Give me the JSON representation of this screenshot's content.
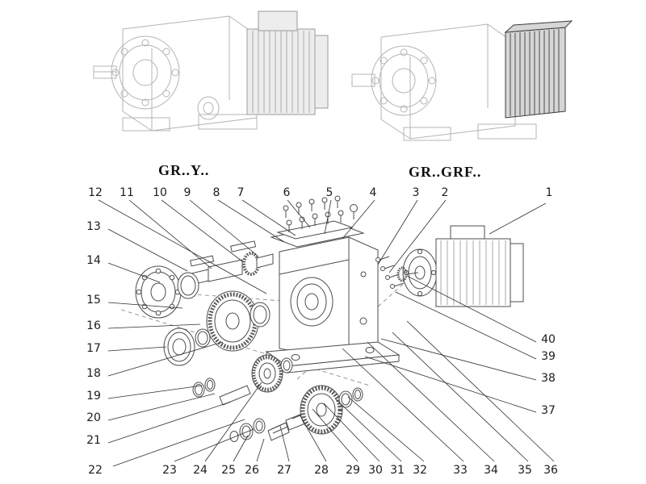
{
  "titles": {
    "left_model": "GR..Y..",
    "right_model": "GR..GRF.."
  },
  "callouts": {
    "top": [
      "12",
      "11",
      "10",
      "9",
      "8",
      "7",
      "6",
      "5",
      "4",
      "3",
      "2",
      "1"
    ],
    "left": [
      "13",
      "14",
      "15",
      "16",
      "17",
      "18",
      "19",
      "20",
      "21",
      "22"
    ],
    "bottom": [
      "23",
      "24",
      "25",
      "26",
      "27",
      "28",
      "29",
      "30",
      "31",
      "32",
      "33",
      "34",
      "35",
      "36"
    ],
    "right": [
      "40",
      "39",
      "38",
      "37"
    ]
  }
}
